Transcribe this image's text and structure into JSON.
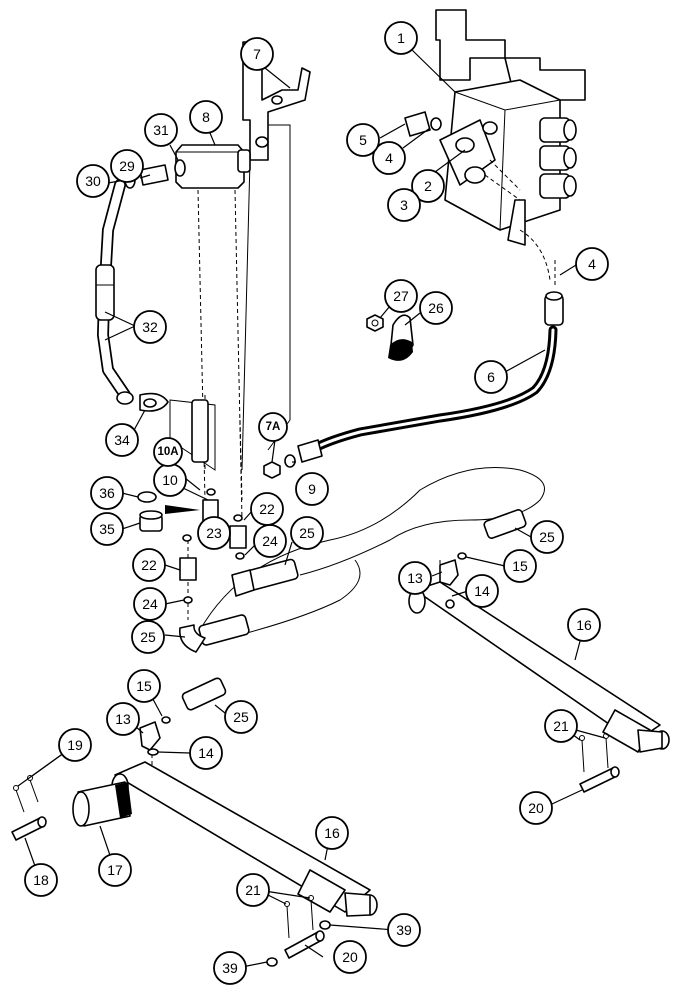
{
  "callouts": [
    {
      "id": "c1",
      "label": "1"
    },
    {
      "id": "c2",
      "label": "2"
    },
    {
      "id": "c3",
      "label": "3"
    },
    {
      "id": "c4a",
      "label": "4"
    },
    {
      "id": "c4b",
      "label": "4"
    },
    {
      "id": "c5",
      "label": "5"
    },
    {
      "id": "c6",
      "label": "6"
    },
    {
      "id": "c7",
      "label": "7"
    },
    {
      "id": "c7a",
      "label": "7A"
    },
    {
      "id": "c8",
      "label": "8"
    },
    {
      "id": "c9",
      "label": "9"
    },
    {
      "id": "c10",
      "label": "10"
    },
    {
      "id": "c10a",
      "label": "10A"
    },
    {
      "id": "c13a",
      "label": "13"
    },
    {
      "id": "c13b",
      "label": "13"
    },
    {
      "id": "c14a",
      "label": "14"
    },
    {
      "id": "c14b",
      "label": "14"
    },
    {
      "id": "c15a",
      "label": "15"
    },
    {
      "id": "c15b",
      "label": "15"
    },
    {
      "id": "c16a",
      "label": "16"
    },
    {
      "id": "c16b",
      "label": "16"
    },
    {
      "id": "c17",
      "label": "17"
    },
    {
      "id": "c18",
      "label": "18"
    },
    {
      "id": "c19",
      "label": "19"
    },
    {
      "id": "c20a",
      "label": "20"
    },
    {
      "id": "c20b",
      "label": "20"
    },
    {
      "id": "c21a",
      "label": "21"
    },
    {
      "id": "c21b",
      "label": "21"
    },
    {
      "id": "c22a",
      "label": "22"
    },
    {
      "id": "c22b",
      "label": "22"
    },
    {
      "id": "c23",
      "label": "23"
    },
    {
      "id": "c24a",
      "label": "24"
    },
    {
      "id": "c24b",
      "label": "24"
    },
    {
      "id": "c25a",
      "label": "25"
    },
    {
      "id": "c25b",
      "label": "25"
    },
    {
      "id": "c25c",
      "label": "25"
    },
    {
      "id": "c25d",
      "label": "25"
    },
    {
      "id": "c26",
      "label": "26"
    },
    {
      "id": "c27",
      "label": "27"
    },
    {
      "id": "c29",
      "label": "29"
    },
    {
      "id": "c30",
      "label": "30"
    },
    {
      "id": "c31",
      "label": "31"
    },
    {
      "id": "c32",
      "label": "32"
    },
    {
      "id": "c34",
      "label": "34"
    },
    {
      "id": "c35",
      "label": "35"
    },
    {
      "id": "c36",
      "label": "36"
    },
    {
      "id": "c39a",
      "label": "39"
    },
    {
      "id": "c39b",
      "label": "39"
    }
  ]
}
